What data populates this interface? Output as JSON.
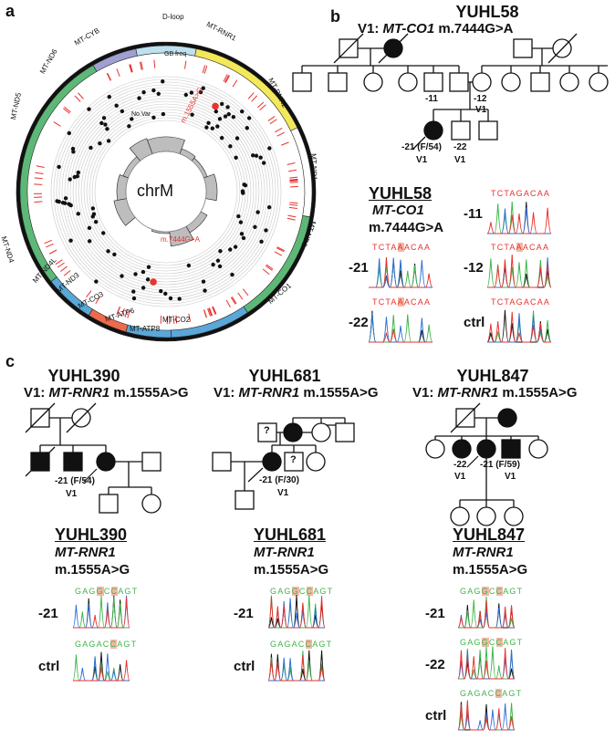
{
  "panels": {
    "a": "a",
    "b": "b",
    "c": "c"
  },
  "circos": {
    "center_label": "chrM",
    "genes": [
      "D-loop",
      "MT-RNR1",
      "MT-RNR2",
      "MT-ND1",
      "MT-ND2",
      "MT-CO1",
      "MT-CO2",
      "MT-ATP8",
      "MT-ATP6",
      "MT-CO3",
      "MT-ND3",
      "MT-ND4L",
      "MT-ND4",
      "MT-ND5",
      "MT-ND6",
      "MT-CYB"
    ],
    "track_labels": {
      "gb": "GB freq",
      "novar": "No.Var"
    },
    "highlighted_variants": [
      "m.1555A>G",
      "m.7444G>A"
    ],
    "colors": {
      "rnr": "#f3e85a",
      "nd": "#5db878",
      "co": "#5aa7d8",
      "atp": "#ee6a4d",
      "cyb": "#9f9fd2",
      "dloop": "#bfe0ee",
      "variant": "#e8322e"
    }
  },
  "yuhl58": {
    "title": "YUHL58",
    "variant_prefix": "V1: ",
    "variant_gene": "MT-CO1",
    "variant_change": " m.7444G>A",
    "ids": {
      "i11": "-11",
      "i12": "-12",
      "v1a": "V1",
      "i21": "-21 (F/54)",
      "v1b": "V1",
      "i22": "-22",
      "v1c": "V1"
    },
    "seq": {
      "title": "YUHL58",
      "gene": "MT-CO1",
      "variant": "m.7444G>A",
      "labels": [
        "-21",
        "-22",
        "-11",
        "-12",
        "ctrl"
      ],
      "mutant": {
        "pre": "TCTA",
        "hl": "A",
        "post": "ACAA"
      },
      "wild": "TCTAGACAA"
    }
  },
  "yuhl390": {
    "title": "YUHL390",
    "variant_prefix": "V1: ",
    "variant_gene": "MT-RNR1",
    "variant_change": " m.1555A>G",
    "ids": {
      "i21": "-21 (F/54)",
      "v1": "V1"
    },
    "seq": {
      "title": "YUHL390",
      "gene": "MT-RNR1",
      "variant": "m.1555A>G",
      "labels": [
        "-21",
        "ctrl"
      ]
    }
  },
  "yuhl681": {
    "title": "YUHL681",
    "variant_prefix": "V1: ",
    "variant_gene": "MT-RNR1",
    "variant_change": " m.1555A>G",
    "unknown": "?",
    "ids": {
      "i21": "-21 (F/30)",
      "v1": "V1"
    },
    "seq": {
      "title": "YUHL681",
      "gene": "MT-RNR1",
      "variant": "m.1555A>G",
      "labels": [
        "-21",
        "ctrl"
      ]
    }
  },
  "yuhl847": {
    "title": "YUHL847",
    "variant_prefix": "V1: ",
    "variant_gene": "MT-RNR1",
    "variant_change": " m.1555A>G",
    "ids": {
      "i22": "-22",
      "v1a": "V1",
      "i21": "-21 (F/59)",
      "v1b": "V1"
    },
    "seq": {
      "title": "YUHL847",
      "gene": "MT-RNR1",
      "variant": "m.1555A>G",
      "labels": [
        "-21",
        "-22",
        "ctrl"
      ]
    }
  },
  "rnr_seq": {
    "mutant": {
      "pre": "GAG",
      "hl": "G",
      "mid": "C",
      "hl2": "C",
      "post": "AGT"
    },
    "wild": {
      "pre": "GAGAC",
      "hl": "C",
      "post": "AGT"
    }
  }
}
